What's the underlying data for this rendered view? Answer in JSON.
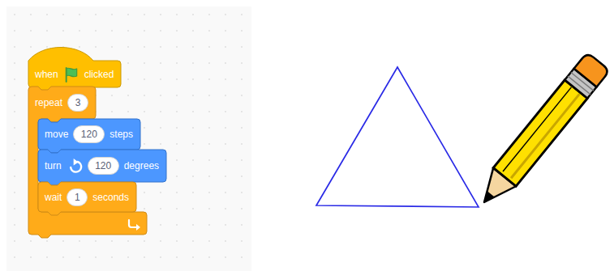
{
  "diagram": {
    "nodes": [
      {
        "text": [
          "when",
          "clicked"
        ]
      },
      {
        "text": [
          "repeat"
        ]
      },
      {
        "text": [
          "3"
        ],
        "in": 1
      },
      {
        "text": [
          "move",
          "steps"
        ],
        "in": 1
      },
      {
        "text": [
          "120"
        ],
        "in": 3
      },
      {
        "text": [
          "turn",
          "degrees"
        ],
        "in": 1
      },
      {
        "text": [
          "120"
        ],
        "in": 5
      },
      {
        "text": [
          "wait",
          "seconds"
        ],
        "in": 1
      },
      {
        "text": [
          "1"
        ],
        "in": 7
      }
    ]
  }
}
